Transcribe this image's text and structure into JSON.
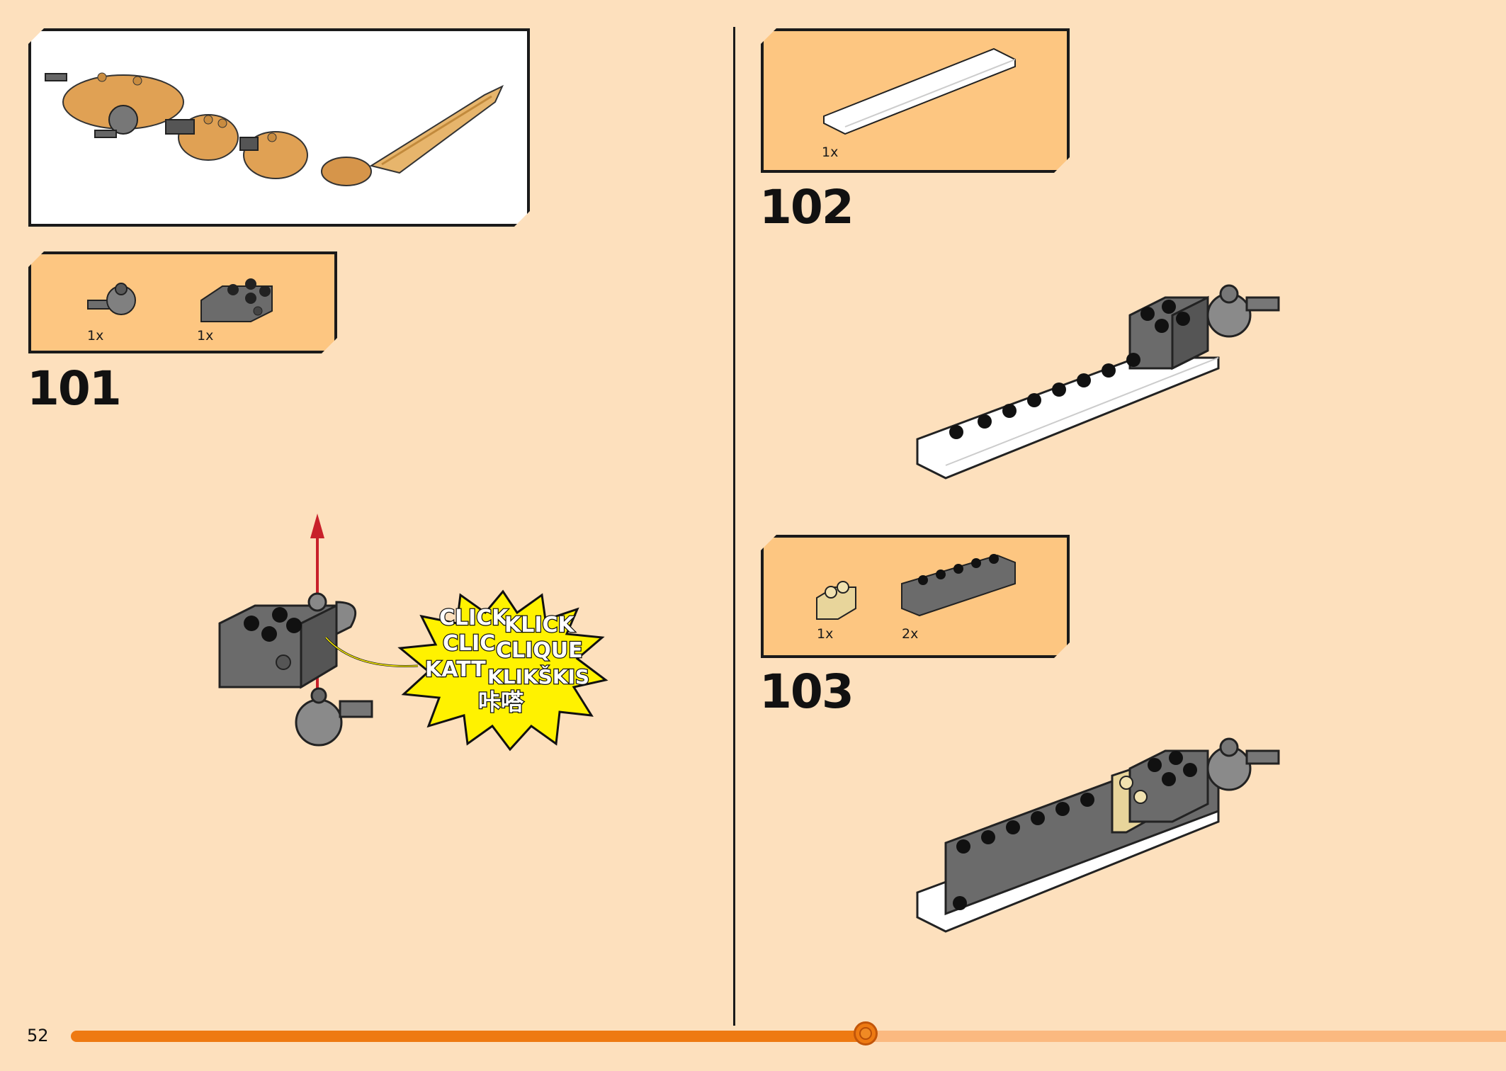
{
  "page": {
    "number": "52",
    "progress_fraction": 0.58
  },
  "colors": {
    "background": "#fde0bd",
    "parts_box": "#fdc681",
    "progress": "#ee7a12",
    "progress_rest": "#fbb980",
    "burst": "#fff200"
  },
  "steps": [
    {
      "number": "101",
      "parts": [
        {
          "qty": "1x",
          "icon": "ball-joint-connector-icon"
        },
        {
          "qty": "1x",
          "icon": "technic-brick-with-socket-icon"
        }
      ]
    },
    {
      "number": "102",
      "parts": [
        {
          "qty": "1x",
          "icon": "white-plate-2x10-icon"
        }
      ]
    },
    {
      "number": "103",
      "parts": [
        {
          "qty": "1x",
          "icon": "tan-round-brick-icon"
        },
        {
          "qty": "2x",
          "icon": "technic-brick-1x6-icon"
        }
      ]
    }
  ],
  "click_burst": {
    "words": [
      "CLICK",
      "KLICK",
      "CLIC",
      "CLIQUE",
      "KATT",
      "KLIKŠKIS",
      "咔嗒"
    ]
  }
}
